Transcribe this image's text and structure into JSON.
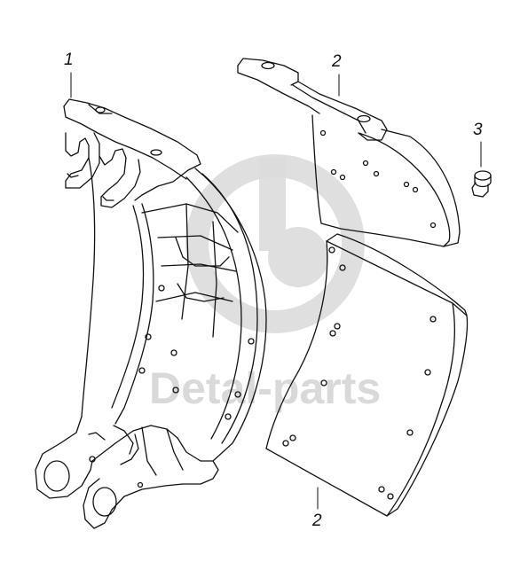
{
  "callouts": {
    "part1": "1",
    "part2_top": "2",
    "part3": "3",
    "part2_bottom": "2"
  },
  "watermark": {
    "text": "Detal-parts"
  },
  "colors": {
    "line": "#111111",
    "watermark": "#d9d9d9"
  }
}
